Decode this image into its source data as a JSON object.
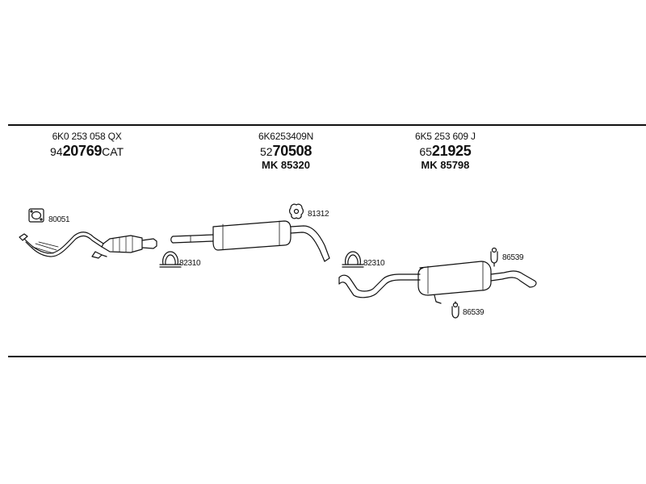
{
  "groups": [
    {
      "oe_number": "6K0 253 058 QX",
      "part_prefix": "94",
      "part_main": "20769",
      "part_suffix": "CAT",
      "mk": ""
    },
    {
      "oe_number": "6K6253409N",
      "part_prefix": "52",
      "part_main": "70508",
      "part_suffix": "",
      "mk": "MK  85320"
    },
    {
      "oe_number": "6K5 253 609 J",
      "part_prefix": "65",
      "part_main": "21925",
      "part_suffix": "",
      "mk": "MK  85798"
    }
  ],
  "callouts": {
    "gasket": "80051",
    "clamp_front": "82310",
    "rubber_mount": "81312",
    "clamp_rear": "82310",
    "hanger_upper": "86539",
    "hanger_lower": "86539"
  },
  "colors": {
    "line": "#111111",
    "background": "#ffffff"
  }
}
